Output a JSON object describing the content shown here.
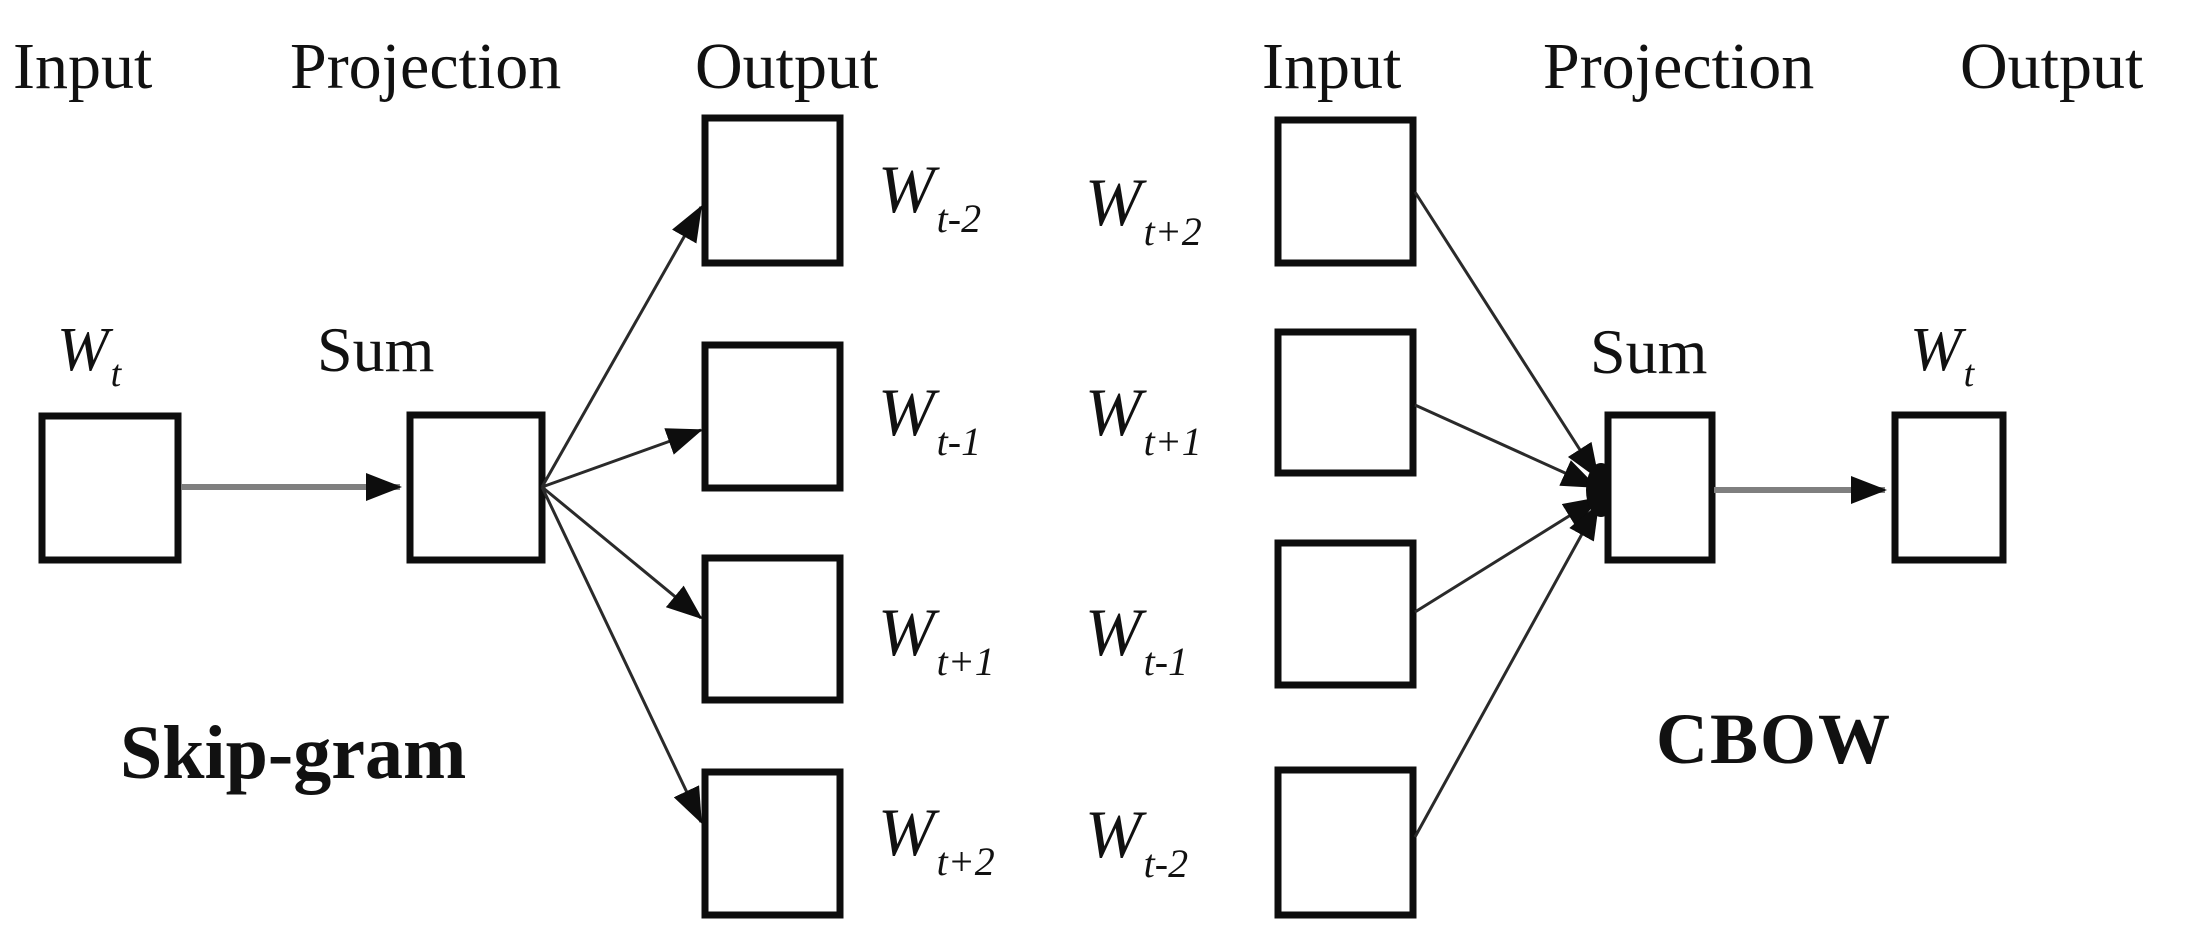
{
  "figure": {
    "background": "#ffffff",
    "box_border_color": "#0d0d0d",
    "thin_line_color": "#2a2a2a",
    "connector_line_color": "#7f7f7f",
    "text_color": "#111111"
  },
  "skipgram": {
    "title": "Skip-gram",
    "headers": {
      "input": "Input",
      "projection": "Projection",
      "output": "Output"
    },
    "input_label": {
      "main": "W",
      "sub": "t"
    },
    "sum_label": "Sum",
    "output_labels": [
      {
        "main": "W",
        "sub": "t-2"
      },
      {
        "main": "W",
        "sub": "t-1"
      },
      {
        "main": "W",
        "sub": "t+1"
      },
      {
        "main": "W",
        "sub": "t+2"
      }
    ]
  },
  "cbow": {
    "title": "CBOW",
    "headers": {
      "input": "Input",
      "projection": "Projection",
      "output": "Output"
    },
    "input_labels": [
      {
        "main": "W",
        "sub": "t+2"
      },
      {
        "main": "W",
        "sub": "t+1"
      },
      {
        "main": "W",
        "sub": "t-1"
      },
      {
        "main": "W",
        "sub": "t-2"
      }
    ],
    "sum_label": "Sum",
    "output_label": {
      "main": "W",
      "sub": "t"
    }
  }
}
